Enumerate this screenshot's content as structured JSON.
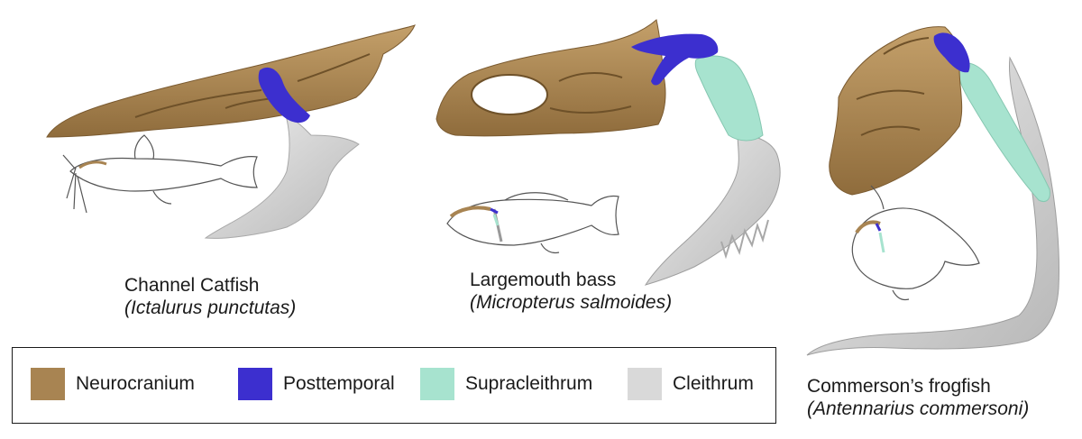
{
  "colors": {
    "neurocranium": "#a88452",
    "posttemporal": "#3c2fcf",
    "supracleithrum": "#a7e3cf",
    "cleithrum": "#d9d9d9"
  },
  "specimens": [
    {
      "common_name": "Channel Catfish",
      "scientific_name": "(Ictalurus punctutas)"
    },
    {
      "common_name": "Largemouth bass",
      "scientific_name": "(Micropterus salmoides)"
    },
    {
      "common_name": "Commerson’s frogfish",
      "scientific_name": "(Antennarius commersoni)"
    }
  ],
  "legend": {
    "items": [
      {
        "label": "Neurocranium",
        "color": "#a88452"
      },
      {
        "label": "Posttemporal",
        "color": "#3c2fcf"
      },
      {
        "label": "Supracleithrum",
        "color": "#a7e3cf"
      },
      {
        "label": "Cleithrum",
        "color": "#d9d9d9"
      }
    ]
  }
}
